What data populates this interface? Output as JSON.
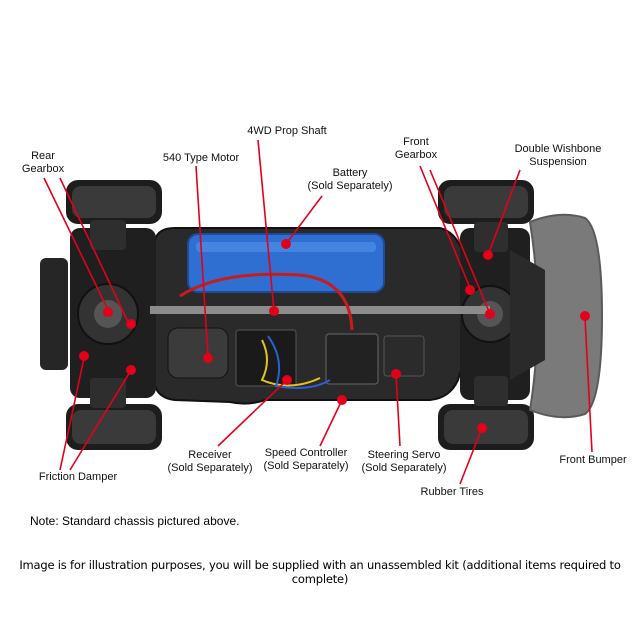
{
  "callouts": [
    {
      "id": "rear-gearbox",
      "lines": [
        "Rear",
        "Gearbox"
      ]
    },
    {
      "id": "540-type-motor",
      "lines": [
        "540 Type Motor"
      ]
    },
    {
      "id": "4wd-prop-shaft",
      "lines": [
        "4WD Prop Shaft"
      ]
    },
    {
      "id": "battery",
      "lines": [
        "Battery",
        "(Sold Separately)"
      ]
    },
    {
      "id": "front-gearbox",
      "lines": [
        "Front",
        "Gearbox"
      ]
    },
    {
      "id": "double-wishbone-suspension",
      "lines": [
        "Double Wishbone",
        "Suspension"
      ]
    },
    {
      "id": "friction-damper",
      "lines": [
        "Friction Damper"
      ]
    },
    {
      "id": "receiver",
      "lines": [
        "Receiver",
        "(Sold Separately)"
      ]
    },
    {
      "id": "speed-controller",
      "lines": [
        "Speed Controller",
        "(Sold Separately)"
      ]
    },
    {
      "id": "steering-servo",
      "lines": [
        "Steering Servo",
        "(Sold Separately)"
      ]
    },
    {
      "id": "rubber-tires",
      "lines": [
        "Rubber Tires"
      ]
    },
    {
      "id": "front-bumper",
      "lines": [
        "Front Bumper"
      ]
    }
  ],
  "note": "Note: Standard chassis pictured above.",
  "footer": "Image is for illustration purposes, you will be supplied with an unassembled kit (additional items required to complete)",
  "colors": {
    "marker": "#e3001b",
    "battery": "#2f6fd1",
    "chassis": "#2a2a2a",
    "bumper": "#6b6b6b"
  }
}
